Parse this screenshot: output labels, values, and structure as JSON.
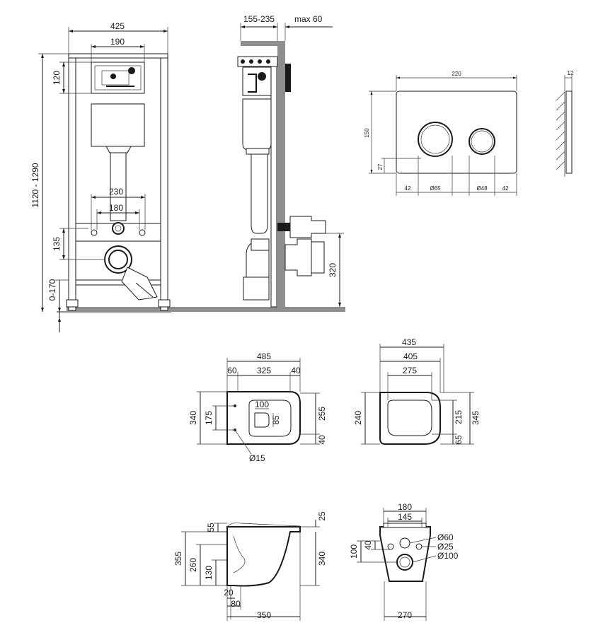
{
  "frame_front": {
    "width": "425",
    "panel_width": "190",
    "panel_height": "120",
    "total_height": "1120 - 1290",
    "outer_studs": "230",
    "inner_studs": "180",
    "drain_height": "135",
    "foot_range": "0-170"
  },
  "frame_side": {
    "depth": "155-235",
    "max_wall": "max 60",
    "drain_height": "320"
  },
  "flush_plate": {
    "width": "220",
    "height": "150",
    "offset": "27",
    "margin_left": "42",
    "button_large": "Ø65",
    "button_small": "Ø48",
    "margin_right": "42",
    "thickness": "12"
  },
  "bowl_top": {
    "total_length": "485",
    "left_offset": "60",
    "seat_length": "325",
    "right_offset": "40",
    "width": "340",
    "hole_spacing": "175",
    "inner_width": "100",
    "inner_depth": "85",
    "outer_width": "255",
    "bottom_offset": "40",
    "hole_diameter": "Ø15"
  },
  "seat_top": {
    "outer_length": "435",
    "mid_length": "405",
    "inner_length": "275",
    "width_left": "240",
    "width_inner": "215",
    "width_outer": "345",
    "bottom_offset": "65"
  },
  "bowl_side": {
    "top_offset": "55",
    "total_height": "355",
    "mid_height": "260",
    "low_height": "130",
    "bottom_offset": "20",
    "base_width": "80",
    "length": "350",
    "right_height": "340",
    "right_top": "25"
  },
  "bowl_back": {
    "top_width": "180",
    "inner_width": "145",
    "vertical_100": "100",
    "vertical_40": "40",
    "dia_60": "Ø60",
    "dia_25": "Ø25",
    "dia_100": "Ø100",
    "bottom_width": "270"
  }
}
